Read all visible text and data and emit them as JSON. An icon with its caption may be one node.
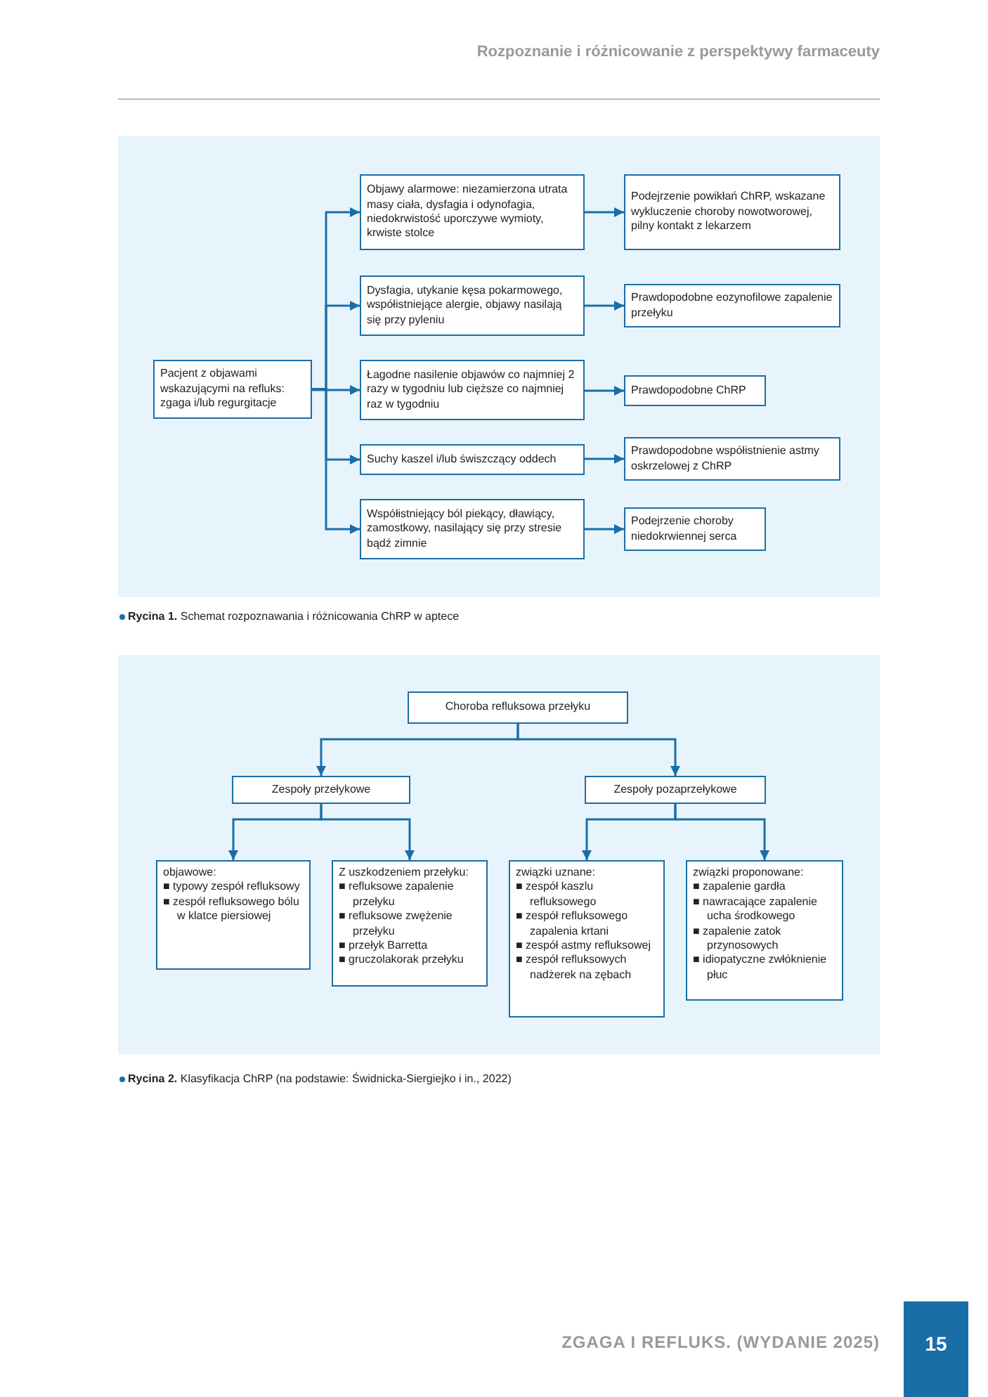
{
  "diagram": {
    "nodes": [
      {
        "text": [
          "Pacjent z objawami wskazującymi na refluks: zgaga i/lub regurgitacje"
        ]
      },
      {
        "text": [
          "Objawy alarmowe: niezamierzona utrata masy ciała, dysfagia i odynofagia, niedokrwistość uporczywe wymioty, krwiste stolce"
        ]
      },
      {
        "text": [
          "Dysfagia, utykanie kęsa pokarmowego, współistniejące alergie, objawy nasilają się przy pyleniu"
        ]
      },
      {
        "text": [
          "Łagodne nasilenie objawów co najmniej 2 razy w tygodniu lub cięższe co najmniej raz w tygodniu"
        ]
      },
      {
        "text": [
          "Suchy kaszel i/lub świszczący oddech"
        ]
      },
      {
        "text": [
          "Współistniejący ból piekący, dławiący, zamostkowy, nasilający się przy stresie bądź zimnie"
        ]
      },
      {
        "text": [
          "Podejrzenie powikłań ChRP, wskazane wykluczenie choroby nowotworowej, pilny kontakt z lekarzem"
        ]
      },
      {
        "text": [
          "Prawdopodobne eozynofilowe zapalenie przełyku"
        ]
      },
      {
        "text": [
          "Prawdopodobne ChRP"
        ]
      },
      {
        "text": [
          "Prawdopodobne współistnienie astmy oskrzelowej z ChRP"
        ]
      },
      {
        "text": [
          "Podejrzenie choroby niedokrwiennej serca"
        ]
      },
      {
        "text": [
          "Choroba refluksowa przełyku"
        ]
      },
      {
        "text": [
          "Zespoły przełykowe"
        ]
      },
      {
        "text": [
          "Zespoły pozaprzełykowe"
        ]
      },
      {
        "text": [
          "objawowe:",
          "■ typowy zespół refluksowy",
          "■ zespół refluksowego bólu w klatce piersiowej"
        ]
      },
      {
        "text": [
          "Z uszkodzeniem przełyku:",
          "■ refluksowe zapalenie przełyku",
          "■ refluksowe zwężenie przełyku",
          "■ przełyk Barretta",
          "■ gruczolakorak przełyku"
        ]
      },
      {
        "text": [
          "związki uznane:",
          "■ zespół kaszlu refluksowego",
          "■ zespół refluksowego zapalenia krtani",
          "■ zespół astmy refluksowej",
          "■ zespół refluksowych nadżerek na zębach"
        ]
      },
      {
        "text": [
          "związki proponowane:",
          "■ zapalenie gardła",
          "■ nawracające zapalenie ucha środkowego",
          "■ zapalenie zatok przynosowych",
          "■ idiopatyczne zwłóknienie płuc"
        ]
      }
    ],
    "edges": [
      {
        "from": 0,
        "to": 1,
        "arrow": "to"
      },
      {
        "from": 0,
        "to": 2,
        "arrow": "to"
      },
      {
        "from": 0,
        "to": 3,
        "arrow": "to"
      },
      {
        "from": 0,
        "to": 4,
        "arrow": "to"
      },
      {
        "from": 0,
        "to": 5,
        "arrow": "to"
      },
      {
        "from": 1,
        "to": 6,
        "arrow": "to"
      },
      {
        "from": 2,
        "to": 7,
        "arrow": "to"
      },
      {
        "from": 3,
        "to": 8,
        "arrow": "to"
      },
      {
        "from": 4,
        "to": 9,
        "arrow": "to"
      },
      {
        "from": 5,
        "to": 10,
        "arrow": "to"
      },
      {
        "from": 11,
        "to": 12,
        "arrow": "to"
      },
      {
        "from": 11,
        "to": 13,
        "arrow": "to"
      },
      {
        "from": 12,
        "to": 14,
        "arrow": "to"
      },
      {
        "from": 12,
        "to": 15,
        "arrow": "to"
      },
      {
        "from": 13,
        "to": 16,
        "arrow": "to"
      },
      {
        "from": 13,
        "to": 17,
        "arrow": "to"
      }
    ],
    "labels": [
      "Rozpoznanie i różnicowanie z perspektywy farmaceuty",
      "**Rycina 1.** Schemat rozpoznawania i różnicowania ChRP w aptece",
      "**Rycina 2.** Klasyfikacja ChRP (na podstawie: Świdnicka-Siergiejko i in., 2022)",
      "ZGAGA I REFLUKS. (WYDANIE 2025)",
      "15"
    ]
  }
}
